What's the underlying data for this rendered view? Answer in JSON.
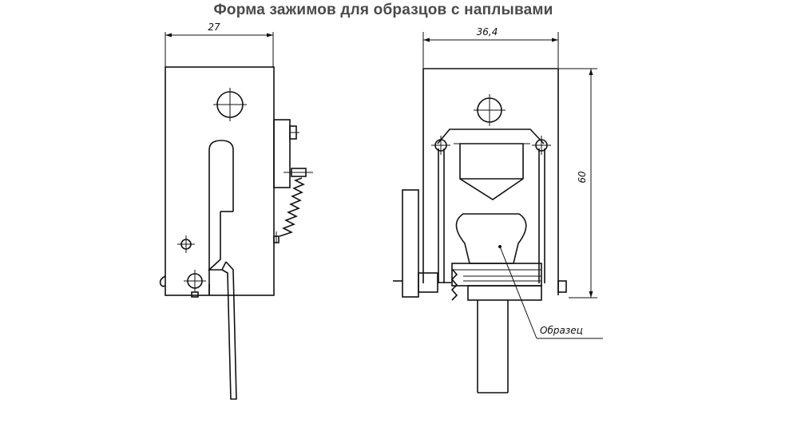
{
  "title": "Форма зажимов для образцов с наплывами",
  "left_view": {
    "width_label": "27"
  },
  "right_view": {
    "width_label": "36,4",
    "height_label": "60",
    "sample_label": "Образец"
  }
}
